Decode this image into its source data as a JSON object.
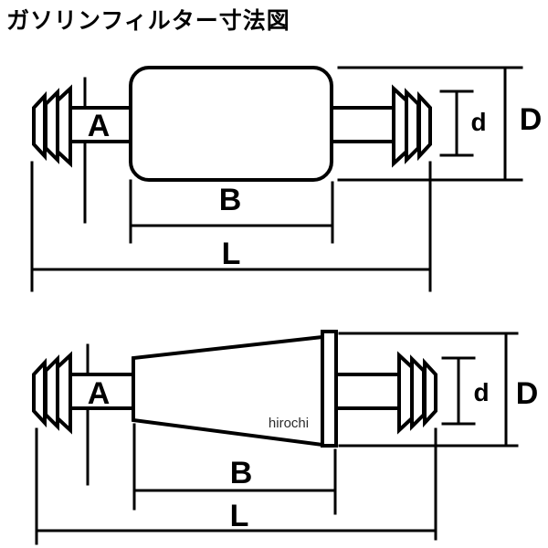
{
  "title": "ガソリンフィルター寸法図",
  "colors": {
    "line": "#000000",
    "background": "#ffffff",
    "watermark": "#2b2b2b"
  },
  "diagrams": {
    "top": {
      "labels": {
        "a": "A",
        "b": "B",
        "l": "L",
        "d_small": "d",
        "d_large": "D"
      }
    },
    "bottom": {
      "labels": {
        "a": "A",
        "b": "B",
        "l": "L",
        "d_small": "d",
        "d_large": "D"
      },
      "watermark": "hirochi"
    }
  }
}
